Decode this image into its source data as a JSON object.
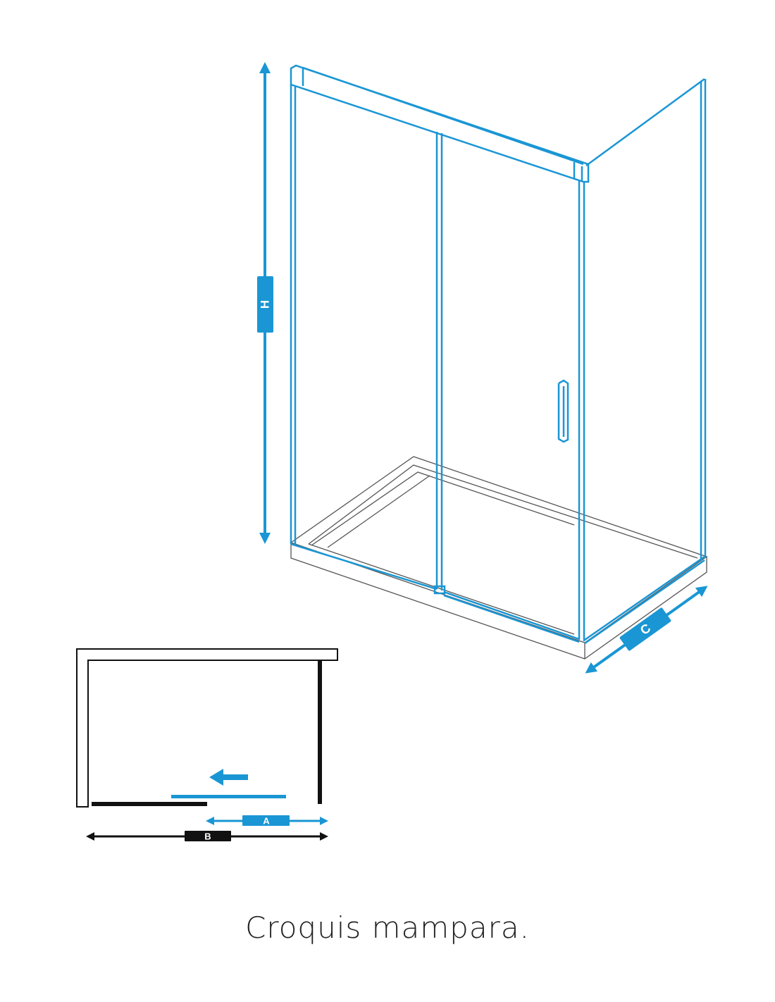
{
  "caption": "Croquis mampara.",
  "dimensions": {
    "height_label": "H",
    "depth_label": "C",
    "door_label": "A",
    "width_label": "B"
  },
  "colors": {
    "accent": "#1a96d4",
    "tray": "#555555",
    "plan": "#111111"
  }
}
